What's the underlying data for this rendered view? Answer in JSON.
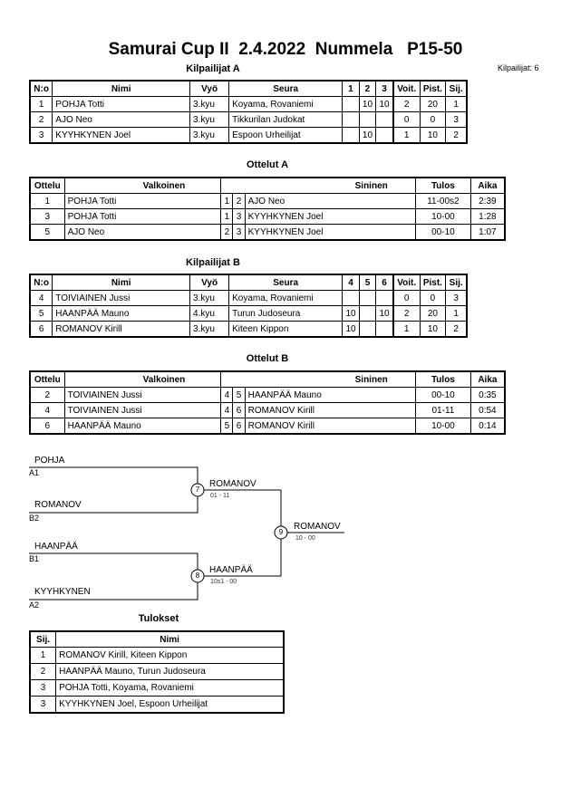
{
  "header": {
    "title": "Samurai Cup II  2.4.2022  Nummela   P15-50",
    "competitors_count": "Kilpailijat: 6"
  },
  "pool_a": {
    "heading": "Kilpailijat A",
    "columns": [
      "N:o",
      "Nimi",
      "Vyö",
      "Seura",
      "1",
      "2",
      "3",
      "Voit.",
      "Pist.",
      "Sij."
    ],
    "rows": [
      [
        "1",
        "POHJA Totti",
        "3.kyu",
        "Koyama, Rovaniemi",
        "",
        "10",
        "10",
        "2",
        "20",
        "1"
      ],
      [
        "2",
        "AJO Neo",
        "3.kyu",
        "Tikkurilan Judokat",
        "",
        "",
        "",
        "0",
        "0",
        "3"
      ],
      [
        "3",
        "KYYHKYNEN Joel",
        "3.kyu",
        "Espoon Urheilijat",
        "",
        "10",
        "",
        "1",
        "10",
        "2"
      ]
    ]
  },
  "matches_a": {
    "heading": "Ottelut A",
    "columns": [
      "Ottelu",
      "Valkoinen",
      "Sininen",
      "Tulos",
      "Aika"
    ],
    "rows": [
      [
        "1",
        "POHJA Totti",
        "1",
        "2",
        "AJO Neo",
        "11-00s2",
        "2:39"
      ],
      [
        "3",
        "POHJA Totti",
        "1",
        "3",
        "KYYHKYNEN Joel",
        "10-00",
        "1:28"
      ],
      [
        "5",
        "AJO Neo",
        "2",
        "3",
        "KYYHKYNEN Joel",
        "00-10",
        "1:07"
      ]
    ]
  },
  "pool_b": {
    "heading": "Kilpailijat B",
    "columns": [
      "N:o",
      "Nimi",
      "Vyö",
      "Seura",
      "4",
      "5",
      "6",
      "Voit.",
      "Pist.",
      "Sij."
    ],
    "rows": [
      [
        "4",
        "TOIVIAINEN Jussi",
        "3.kyu",
        "Koyama, Rovaniemi",
        "",
        "",
        "",
        "0",
        "0",
        "3"
      ],
      [
        "5",
        "HAANPÄÄ Mauno",
        "4.kyu",
        "Turun Judoseura",
        "10",
        "",
        "10",
        "2",
        "20",
        "1"
      ],
      [
        "6",
        "ROMANOV Kirill",
        "3.kyu",
        "Kiteen Kippon",
        "10",
        "",
        "",
        "1",
        "10",
        "2"
      ]
    ]
  },
  "matches_b": {
    "heading": "Ottelut B",
    "columns": [
      "Ottelu",
      "Valkoinen",
      "Sininen",
      "Tulos",
      "Aika"
    ],
    "rows": [
      [
        "2",
        "TOIVIAINEN Jussi",
        "4",
        "5",
        "HAANPÄÄ Mauno",
        "00-10",
        "0:35"
      ],
      [
        "4",
        "TOIVIAINEN Jussi",
        "4",
        "6",
        "ROMANOV Kirill",
        "01-11",
        "0:54"
      ],
      [
        "6",
        "HAANPÄÄ Mauno",
        "5",
        "6",
        "ROMANOV Kirill",
        "10-00",
        "0:14"
      ]
    ]
  },
  "bracket": {
    "semi1": {
      "top_name": "POHJA",
      "top_seed": "A1",
      "bottom_name": "ROMANOV",
      "bottom_seed": "B2",
      "match": "7",
      "winner": "ROMANOV",
      "score": "01 - 11"
    },
    "semi2": {
      "top_name": "HAANPÄÄ",
      "top_seed": "B1",
      "bottom_name": "KYYHKYNEN",
      "bottom_seed": "A2",
      "match": "8",
      "winner": "HAANPÄÄ",
      "score": "10s1 - 00"
    },
    "final": {
      "match": "9",
      "winner": "ROMANOV",
      "score": "10 - 00"
    }
  },
  "results": {
    "heading": "Tulokset",
    "columns": [
      "Sij.",
      "Nimi"
    ],
    "rows": [
      [
        "1",
        "ROMANOV Kirill, Kiteen Kippon"
      ],
      [
        "2",
        "HAANPÄÄ Mauno, Turun Judoseura"
      ],
      [
        "3",
        "POHJA Totti, Koyama, Rovaniemi"
      ],
      [
        "3",
        "KYYHKYNEN Joel, Espoon Urheilijat"
      ]
    ]
  }
}
